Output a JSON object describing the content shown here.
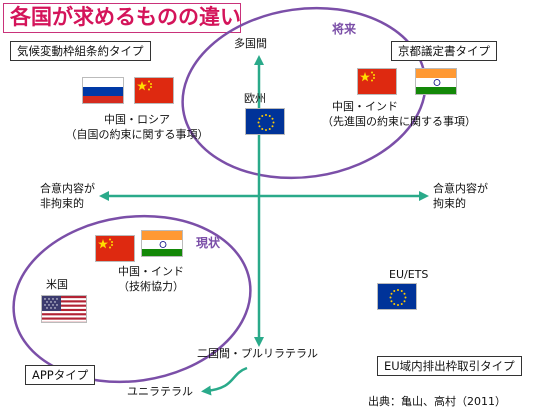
{
  "title": "各国が求めるものの違い",
  "axes": {
    "top": "多国間",
    "bottom": "二国間・プルリラテラル",
    "left_line1": "合意内容が",
    "left_line2": "非拘束的",
    "right_line1": "合意内容が",
    "right_line2": "拘束的",
    "unilateral": "ユニラテラル"
  },
  "phases": {
    "future": "将来",
    "current": "現状"
  },
  "boxes": {
    "kyoto": "京都議定書タイプ",
    "climate_convention": "気候変動枠組条約タイプ",
    "app": "APPタイプ",
    "eu_trading": "EU域内排出枠取引タイプ"
  },
  "groups": {
    "europe": "欧州",
    "russia_line1": "中国・ロシア",
    "russia_line2": "（自国の約束に関する事項）",
    "kyoto_india_line1": "中国・インド",
    "kyoto_india_line2": "（先進国の約束に関する事項）",
    "app_india_line1": "中国・インド",
    "app_india_line2": "（技術協力）",
    "usa": "米国",
    "eu_ets": "EU/ETS"
  },
  "source": "出典：亀山、高村（2011）",
  "colors": {
    "title": "#d4145a",
    "axis": "#2aaa8a",
    "ellipse": "#7b4fa8",
    "eu_blue": "#003399",
    "eu_star": "#ffcc00",
    "china_red": "#de2910",
    "india_saffron": "#ff9933",
    "india_green": "#138808",
    "usa_red": "#b22234",
    "usa_blue": "#3c3b6e",
    "russia_blue": "#0039a6",
    "russia_red": "#d52b1e"
  },
  "flags": [
    {
      "name": "russia-flag",
      "icon": "russia"
    },
    {
      "name": "china-flag-russia-pair",
      "icon": "china"
    },
    {
      "name": "eu-flag-europe",
      "icon": "eu"
    },
    {
      "name": "china-flag-kyoto",
      "icon": "china"
    },
    {
      "name": "india-flag-kyoto",
      "icon": "india"
    },
    {
      "name": "china-flag-app",
      "icon": "china"
    },
    {
      "name": "india-flag-app",
      "icon": "india"
    },
    {
      "name": "usa-flag",
      "icon": "usa"
    },
    {
      "name": "eu-flag-ets",
      "icon": "eu"
    }
  ]
}
